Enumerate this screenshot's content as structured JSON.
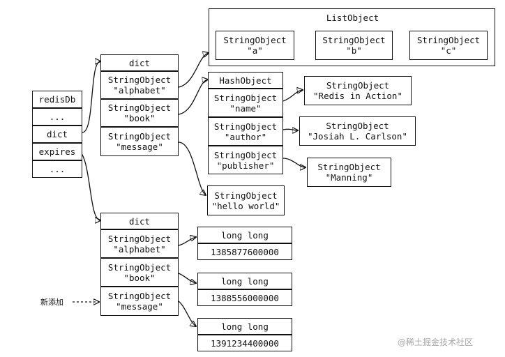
{
  "redisDb": {
    "header": "redisDb",
    "row1": "...",
    "dict": "dict",
    "expires": "expires",
    "row4": "..."
  },
  "dict": {
    "header": "dict",
    "keys": [
      [
        "StringObject",
        "\"alphabet\""
      ],
      [
        "StringObject",
        "\"book\""
      ],
      [
        "StringObject",
        "\"message\""
      ]
    ]
  },
  "list_object": {
    "title": "ListObject",
    "items": [
      [
        "StringObject",
        "\"a\""
      ],
      [
        "StringObject",
        "\"b\""
      ],
      [
        "StringObject",
        "\"c\""
      ]
    ]
  },
  "hash_object": {
    "header": "HashObject",
    "fields": [
      [
        "StringObject",
        "\"name\""
      ],
      [
        "StringObject",
        "\"author\""
      ],
      [
        "StringObject",
        "\"publisher\""
      ]
    ],
    "values": [
      [
        "StringObject",
        "\"Redis in Action\""
      ],
      [
        "StringObject",
        "\"Josiah L. Carlson\""
      ],
      [
        "StringObject",
        "\"Manning\""
      ]
    ]
  },
  "message_value": [
    "StringObject",
    "\"hello world\""
  ],
  "expires_dict": {
    "header": "dict",
    "keys": [
      [
        "StringObject",
        "\"alphabet\""
      ],
      [
        "StringObject",
        "\"book\""
      ],
      [
        "StringObject",
        "\"message\""
      ]
    ],
    "values": [
      [
        "long long",
        "1385877600000"
      ],
      [
        "long long",
        "1388556000000"
      ],
      [
        "long long",
        "1391234400000"
      ]
    ]
  },
  "annotation": "新添加",
  "watermark": "@稀土掘金技术社区"
}
